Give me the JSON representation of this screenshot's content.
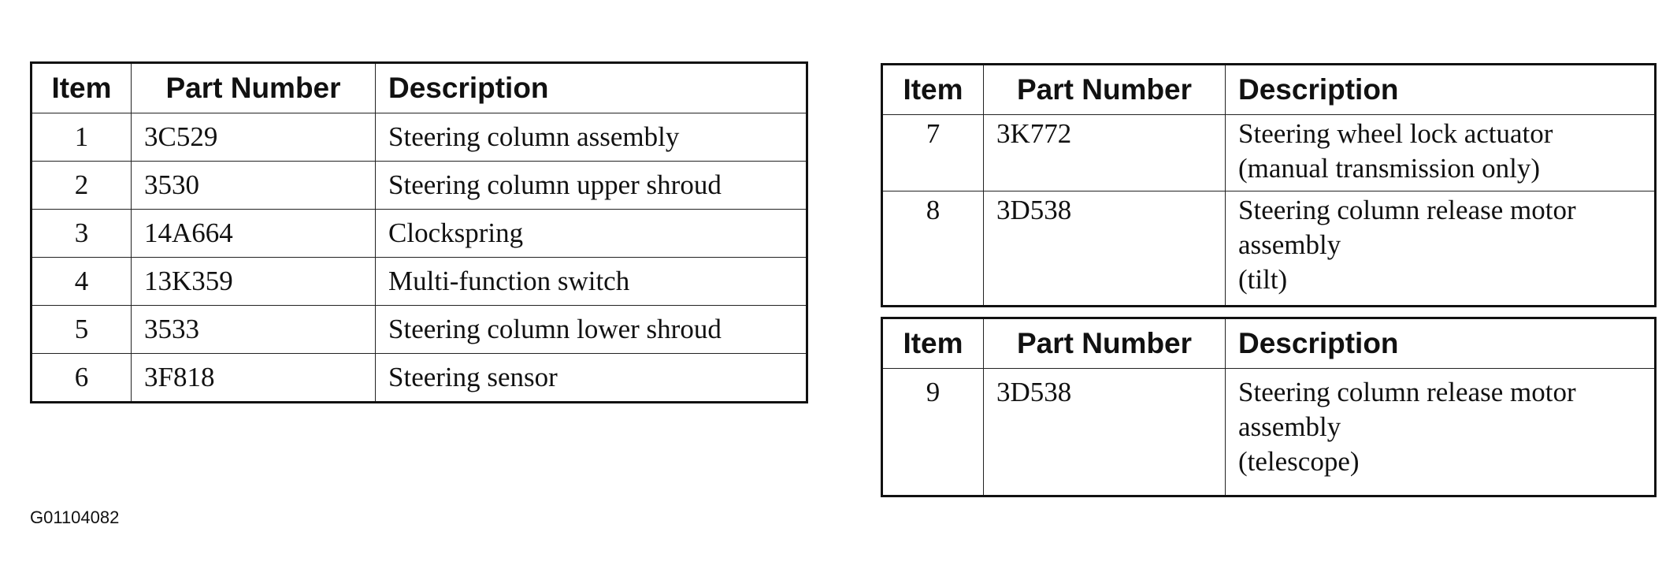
{
  "figure_id": "G01104082",
  "headers": {
    "item": "Item",
    "part_number": "Part Number",
    "description": "Description"
  },
  "table_left": [
    {
      "item": "1",
      "part_number": "3C529",
      "description": "Steering column assembly"
    },
    {
      "item": "2",
      "part_number": "3530",
      "description": "Steering column upper shroud"
    },
    {
      "item": "3",
      "part_number": "14A664",
      "description": "Clockspring"
    },
    {
      "item": "4",
      "part_number": "13K359",
      "description": "Multi-function switch"
    },
    {
      "item": "5",
      "part_number": "3533",
      "description": "Steering column lower shroud"
    },
    {
      "item": "6",
      "part_number": "3F818",
      "description": "Steering sensor"
    }
  ],
  "table_right_top": [
    {
      "item": "7",
      "part_number": "3K772",
      "description": [
        "Steering wheel lock actuator",
        "(manual transmission only)"
      ]
    },
    {
      "item": "8",
      "part_number": "3D538",
      "description": [
        "Steering column release motor",
        "assembly",
        "(tilt)"
      ]
    }
  ],
  "table_right_bottom": [
    {
      "item": "9",
      "part_number": "3D538",
      "description": [
        "Steering column release motor",
        "assembly",
        "(telescope)"
      ]
    }
  ]
}
